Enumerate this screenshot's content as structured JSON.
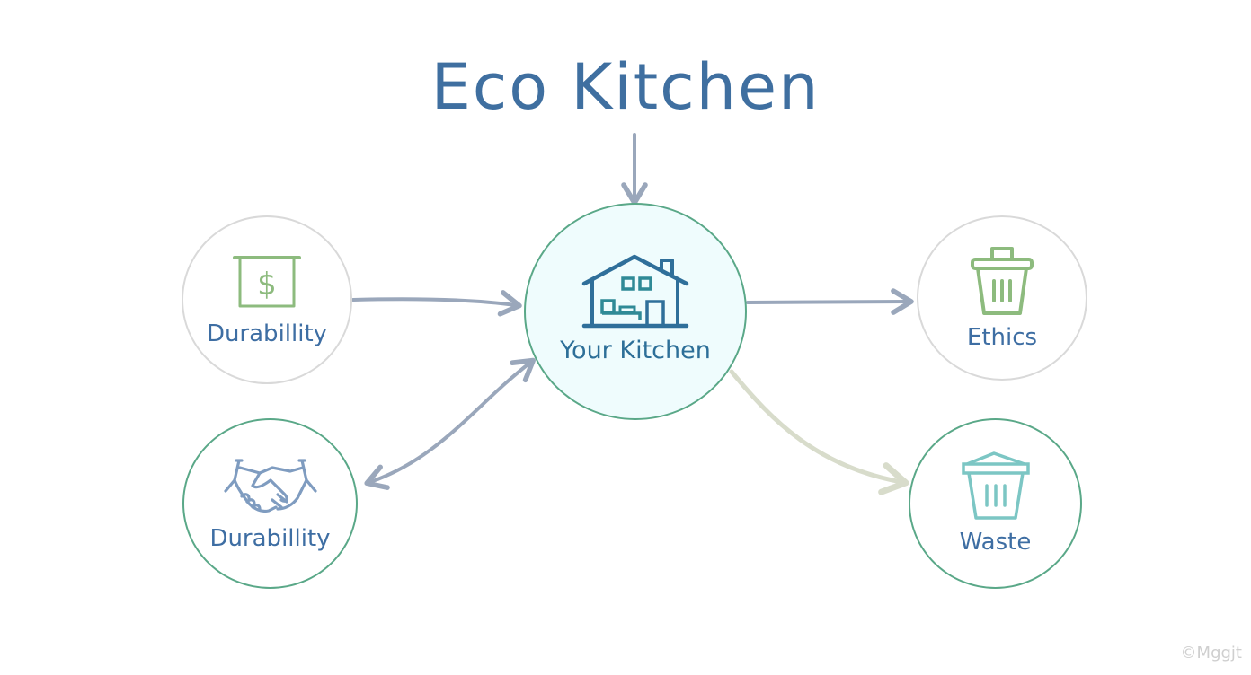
{
  "diagram": {
    "title": "Eco Kitchen",
    "center_node": {
      "label": "Your Kitchen",
      "icon": "house-icon"
    },
    "nodes": [
      {
        "position": "top-left",
        "label": "Durabillity",
        "icon": "dollar-box-icon",
        "border": "gray"
      },
      {
        "position": "top-right",
        "label": "Ethics",
        "icon": "trash-bin-icon",
        "border": "gray"
      },
      {
        "position": "bottom-left",
        "label": "Durabillity",
        "icon": "handshake-icon",
        "border": "green"
      },
      {
        "position": "bottom-right",
        "label": "Waste",
        "icon": "trash-bin-icon",
        "border": "green"
      }
    ],
    "edges": [
      {
        "from": "title",
        "to": "Your Kitchen",
        "direction": "forward"
      },
      {
        "from": "Durabillity (top-left)",
        "to": "Your Kitchen",
        "direction": "forward"
      },
      {
        "from": "Your Kitchen",
        "to": "Ethics",
        "direction": "forward"
      },
      {
        "from": "Your Kitchen",
        "to": "Durabillity (bottom-left)",
        "direction": "bidirectional"
      },
      {
        "from": "Your Kitchen",
        "to": "Waste",
        "direction": "forward"
      }
    ],
    "watermark": "©Mggjt"
  },
  "colors": {
    "title": "#3f6fa0",
    "label": "#3e6ea3",
    "green_border": "#5aa888",
    "gray_border": "#d9d9d9",
    "center_fill": "#effcfd",
    "arrow": "#9aa7bb",
    "arrow_pale": "#d8dccb",
    "icon_green": "#8dbb7e",
    "icon_blue": "#2f6f9a",
    "icon_teal": "#7cc6c4",
    "icon_handshake": "#7f9cc0"
  }
}
